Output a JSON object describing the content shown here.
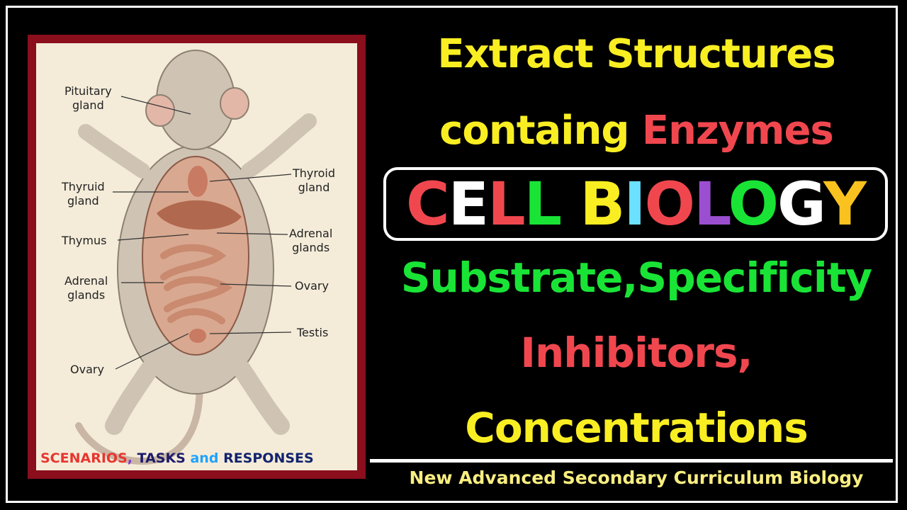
{
  "diagram": {
    "labels": {
      "pituitary": "Pituitary\ngland",
      "thyruid": "Thyruid\ngland",
      "thymus": "Thymus",
      "adrenal_left": "Adrenal\nglands",
      "ovary_left": "Ovary",
      "thyroid": "Thyroid\ngland",
      "adrenal_right": "Adrenal\nglands",
      "ovary_right": "Ovary",
      "testis": "Testis"
    },
    "caption": {
      "part1": "SCENARIOS",
      "part2": ",",
      "part3": " TASKS",
      "part4": " and",
      "part5": " RESPONSES"
    }
  },
  "headline": {
    "line1": "Extract Structures",
    "line2a": "containg",
    "line2b": "Enzymes",
    "banner": [
      {
        "text": "C",
        "color": "#f0474f"
      },
      {
        "text": "E",
        "color": "#ffffff"
      },
      {
        "text": "L",
        "color": "#f0474f"
      },
      {
        "text": "L",
        "color": "#19e436"
      },
      {
        "text": " ",
        "color": "#ffffff"
      },
      {
        "text": "B",
        "color": "#f9ee22"
      },
      {
        "text": "I",
        "color": "#6be0ff"
      },
      {
        "text": "O",
        "color": "#f0474f"
      },
      {
        "text": "L",
        "color": "#9b4fd0"
      },
      {
        "text": "O",
        "color": "#19e436"
      },
      {
        "text": "G",
        "color": "#ffffff"
      },
      {
        "text": "Y",
        "color": "#f9c21f"
      }
    ],
    "line3": "Substrate,Specificity",
    "line4": "Inhibitors,",
    "line5": "Concentrations"
  },
  "footer": "New Advanced Secondary Curriculum Biology"
}
